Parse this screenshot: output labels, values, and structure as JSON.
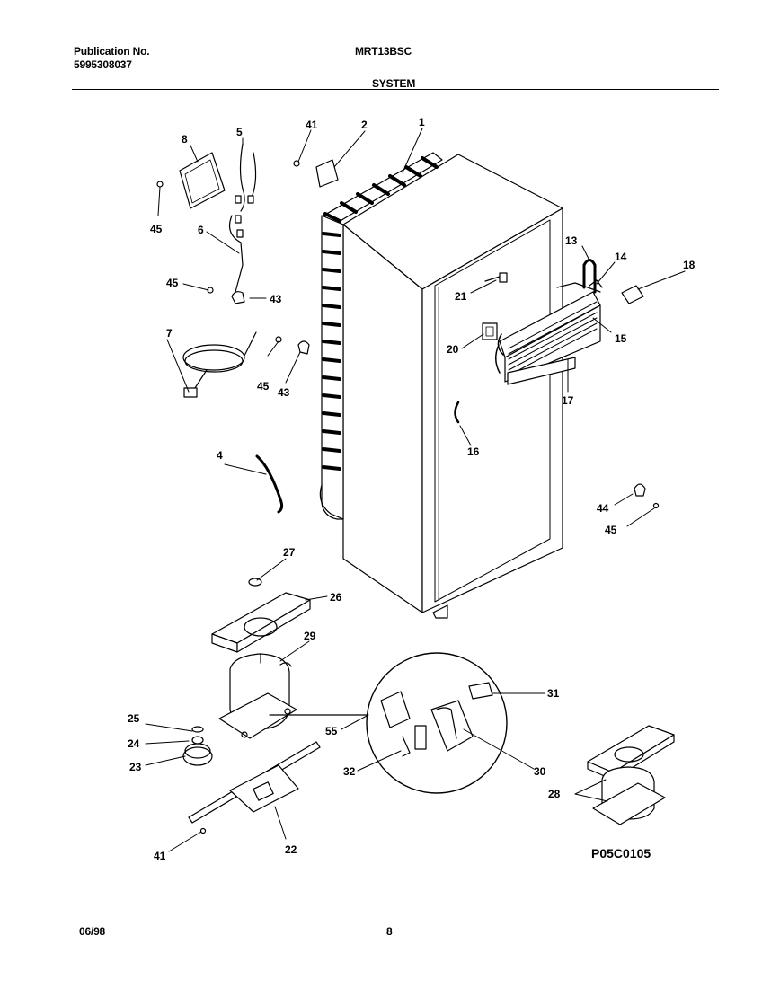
{
  "header": {
    "pub_label": "Publication No.",
    "pub_number": "5995308037",
    "model": "MRT13BSC",
    "section": "SYSTEM"
  },
  "footer": {
    "date": "06/98",
    "page": "8"
  },
  "diagram": {
    "code": "P05C0105",
    "callouts": [
      "1",
      "2",
      "4",
      "5",
      "6",
      "7",
      "8",
      "13",
      "14",
      "15",
      "16",
      "17",
      "18",
      "20",
      "21",
      "22",
      "23",
      "24",
      "25",
      "26",
      "27",
      "28",
      "29",
      "30",
      "31",
      "32",
      "41",
      "41",
      "43",
      "43",
      "44",
      "45",
      "45",
      "45",
      "45",
      "55"
    ]
  }
}
